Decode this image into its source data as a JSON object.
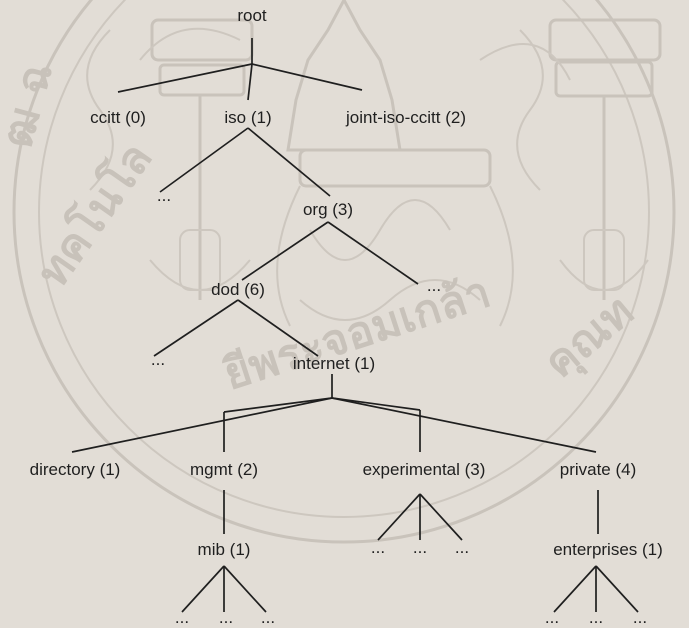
{
  "tree": {
    "root": "root",
    "ccitt": "ccitt (0)",
    "iso": "iso (1)",
    "joint": "joint-iso-ccitt (2)",
    "iso_more": "...",
    "org": "org (3)",
    "org_more": "...",
    "dod": "dod (6)",
    "dod_more": "...",
    "internet": "internet (1)",
    "directory": "directory (1)",
    "mgmt": "mgmt (2)",
    "experimental": "experimental (3)",
    "private": "private (4)",
    "mib": "mib (1)",
    "enterprises": "enterprises (1)",
    "exp_children": [
      "...",
      "...",
      "..."
    ],
    "mib_children": [
      "...",
      "...",
      "..."
    ],
    "ent_children": [
      "...",
      "...",
      "..."
    ]
  }
}
